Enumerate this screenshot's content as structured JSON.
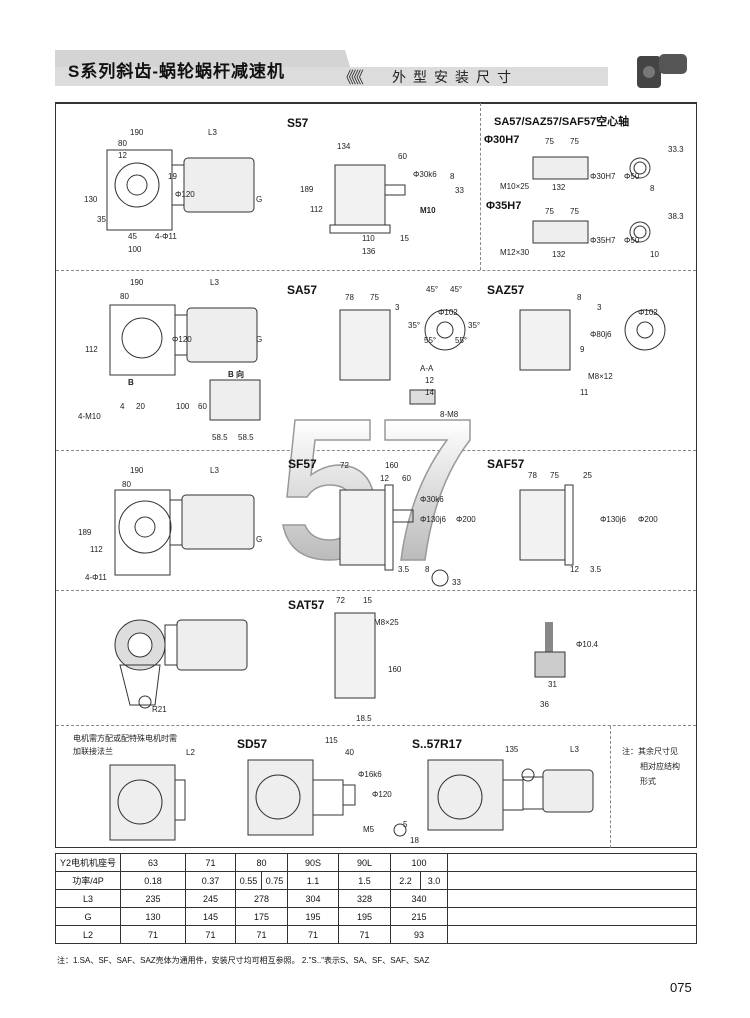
{
  "header": {
    "title": "S系列斜齿-蜗轮蜗杆减速机",
    "chevrons": "《《《",
    "subtitle": "外型安装尺寸"
  },
  "watermark": "57",
  "sections": {
    "s57": {
      "title": "S57",
      "dims": [
        "190",
        "L3",
        "80",
        "12",
        "130",
        "100",
        "35",
        "45",
        "4-Φ11",
        "G",
        "Φ120",
        "19",
        "134",
        "60",
        "Φ30k6",
        "189",
        "112",
        "110",
        "136",
        "15",
        "M10",
        "8",
        "33"
      ]
    },
    "hollow": {
      "title": "SA57/SAZ57/SAF57空心轴",
      "d30": "Φ30H7",
      "d35": "Φ35H7",
      "dims30": [
        "75",
        "75",
        "M10×25",
        "132",
        "Φ30H7",
        "Φ50",
        "33.3",
        "8"
      ],
      "dims35": [
        "75",
        "75",
        "M12×30",
        "132",
        "Φ35H7",
        "Φ50",
        "38.3",
        "10"
      ]
    },
    "sa57": {
      "title": "SA57",
      "dims": [
        "190",
        "L3",
        "80",
        "112",
        "Φ120",
        "G",
        "B",
        "4-M10",
        "20",
        "4",
        "B 向",
        "100",
        "60",
        "58.5",
        "58.5",
        "78",
        "75",
        "3",
        "45°",
        "45°",
        "Φ102",
        "55°",
        "55°",
        "35°",
        "35°",
        "A-A",
        "12",
        "14",
        "8-M8"
      ]
    },
    "saz57": {
      "title": "SAZ57",
      "dims": [
        "8",
        "3",
        "Φ80j6",
        "9",
        "M8×12",
        "11",
        "Φ102"
      ]
    },
    "sf57": {
      "title": "SF57",
      "dims": [
        "190",
        "L3",
        "80",
        "189",
        "112",
        "4-Φ11",
        "G",
        "72",
        "160",
        "12",
        "60",
        "Φ30k6",
        "Φ130j6",
        "Φ200",
        "3.5",
        "8",
        "33"
      ]
    },
    "saf57": {
      "title": "SAF57",
      "dims": [
        "78",
        "75",
        "25",
        "Φ130j6",
        "Φ200",
        "12",
        "3.5"
      ]
    },
    "sat57": {
      "title": "SAT57",
      "dims": [
        "72",
        "15",
        "M8×25",
        "160",
        "18.5",
        "R21",
        "Φ10.4",
        "31",
        "36"
      ]
    },
    "sd57": {
      "title": "SD57",
      "note": "电机需方配或配特殊电机时需加联接法兰",
      "dims": [
        "L2",
        "115",
        "40",
        "Φ16k6",
        "Φ120",
        "M5",
        "5",
        "18"
      ]
    },
    "sr17": {
      "title": "S..57R17",
      "dims": [
        "135",
        "L3"
      ]
    },
    "side_note": [
      "注：其余尺寸见",
      "相对应结构",
      "形式"
    ]
  },
  "table": {
    "rows": [
      [
        "Y2电机机座号",
        "63",
        "71",
        "80",
        "90S",
        "90L",
        "100"
      ],
      [
        "功率/4P",
        "0.18",
        "0.37",
        "0.55",
        "0.75",
        "1.1",
        "1.5",
        "2.2",
        "3.0"
      ],
      [
        "L3",
        "235",
        "245",
        "278",
        "304",
        "328",
        "340"
      ],
      [
        "G",
        "130",
        "145",
        "175",
        "195",
        "195",
        "215"
      ],
      [
        "L2",
        "71",
        "71",
        "71",
        "71",
        "71",
        "93"
      ]
    ]
  },
  "footnote": "注：1.SA、SF、SAF、SAZ壳体为通用件，安装尺寸均可相互参照。 2.\"S..\"表示S、SA、SF、SAF、SAZ",
  "page_number": "075"
}
